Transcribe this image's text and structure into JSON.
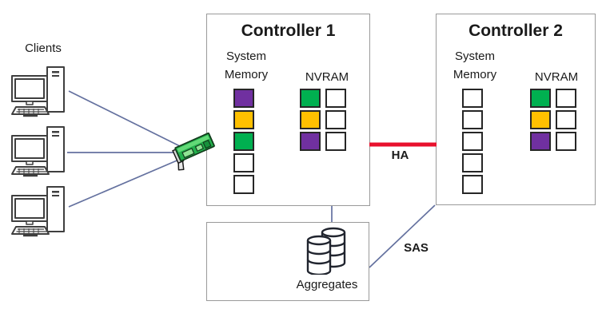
{
  "palette": {
    "purple": "#7030A0",
    "gold": "#FFC000",
    "green": "#00B050",
    "white": "#FFFFFF"
  },
  "clients": {
    "label": "Clients"
  },
  "controller1": {
    "title": "Controller 1",
    "system_memory_label": "System Memory",
    "nvram_label": "NVRAM",
    "system_memory_cells": [
      "purple",
      "gold",
      "green",
      "white",
      "white"
    ],
    "nvram_cells": [
      [
        "green",
        "white"
      ],
      [
        "gold",
        "white"
      ],
      [
        "purple",
        "white"
      ]
    ]
  },
  "controller2": {
    "title": "Controller 2",
    "system_memory_label": "System Memory",
    "nvram_label": "NVRAM",
    "system_memory_cells": [
      "white",
      "white",
      "white",
      "white",
      "white"
    ],
    "nvram_cells": [
      [
        "green",
        "white"
      ],
      [
        "gold",
        "white"
      ],
      [
        "purple",
        "white"
      ]
    ]
  },
  "links": {
    "ha_label": "HA",
    "sas_label": "SAS",
    "ha_color": "#E8112D",
    "line_color": "#64719F"
  },
  "aggregates": {
    "label": "Aggregates"
  }
}
